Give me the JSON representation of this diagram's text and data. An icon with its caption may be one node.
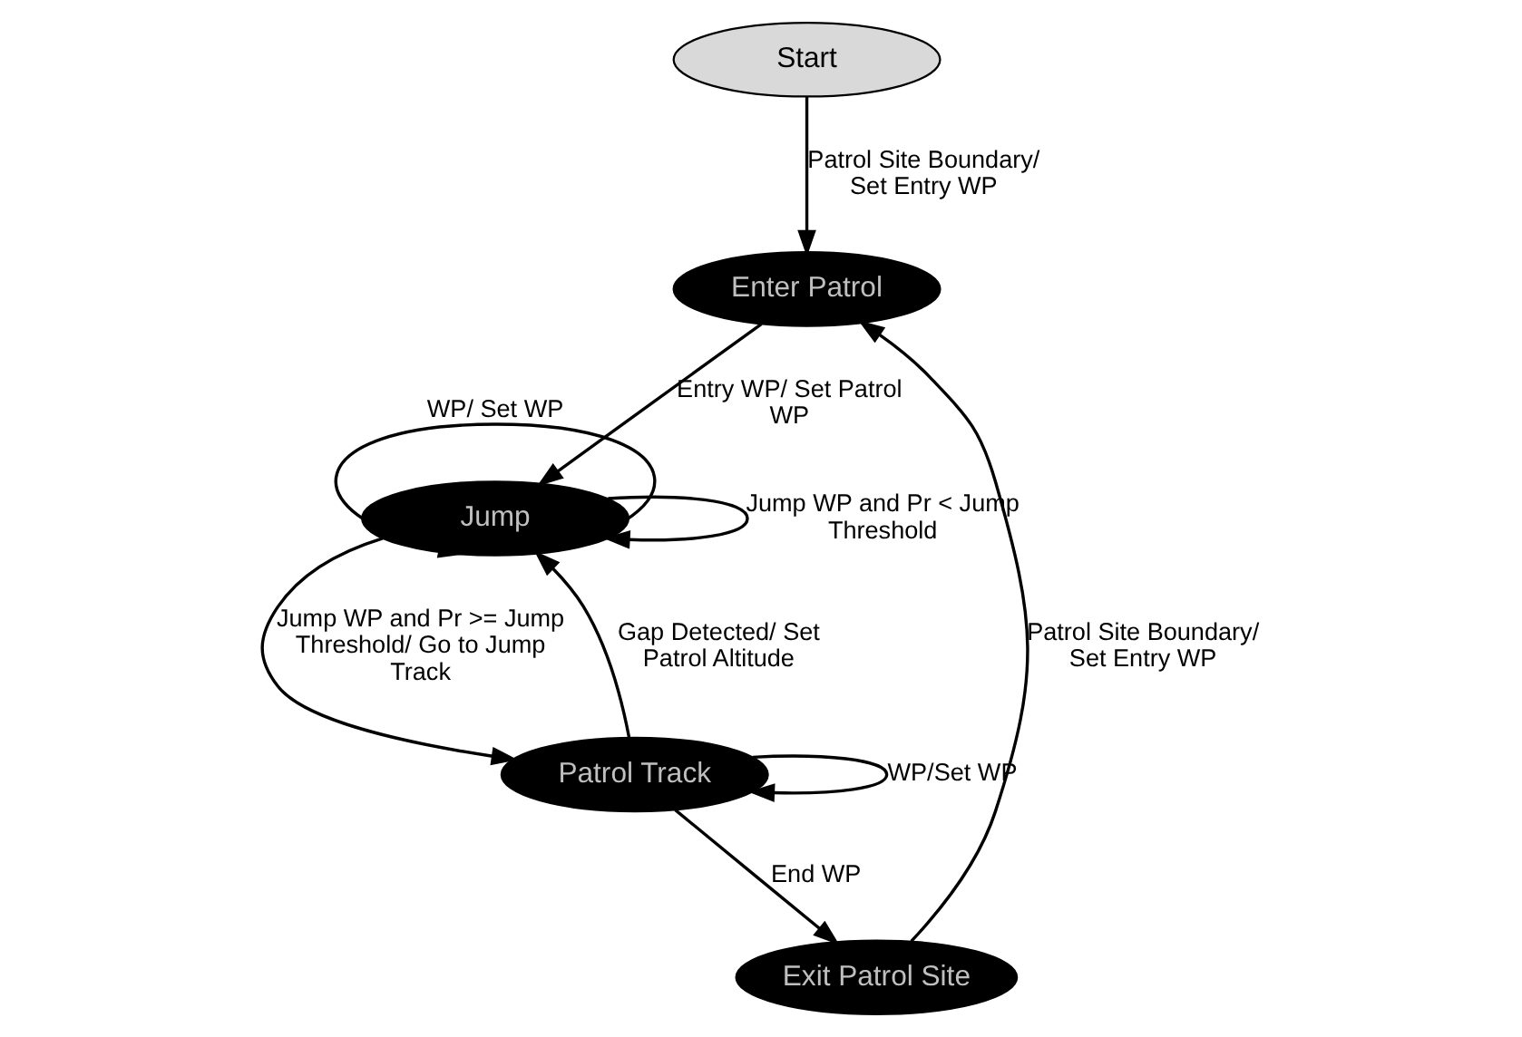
{
  "diagram": {
    "nodes": [
      {
        "text": [
          "Start"
        ]
      },
      {
        "text": [
          "Enter Patrol"
        ]
      },
      {
        "text": [
          "Jump"
        ]
      },
      {
        "text": [
          "Patrol Track"
        ]
      },
      {
        "text": [
          "Exit Patrol Site"
        ]
      }
    ],
    "edges": [
      {
        "from": 0,
        "to": 1,
        "arrow": "to",
        "label": "Patrol Site Boundary/ Set Entry WP"
      },
      {
        "from": 1,
        "to": 2,
        "arrow": "to",
        "label": "Entry WP/ Set Patrol WP"
      },
      {
        "from": 2,
        "to": 2,
        "arrow": "to",
        "label": "Jump WP and Pr < Jump Threshold"
      },
      {
        "from": 2,
        "to": 2,
        "arrow": "to",
        "label": "WP/ Set WP"
      },
      {
        "from": 2,
        "to": 3,
        "arrow": "to",
        "label": "Jump WP and Pr >= Jump Threshold/ Go to Jump Track"
      },
      {
        "from": 3,
        "to": 2,
        "arrow": "to",
        "label": "Gap Detected/ Set Patrol Altitude"
      },
      {
        "from": 3,
        "to": 3,
        "arrow": "to",
        "label": "WP/Set WP"
      },
      {
        "from": 3,
        "to": 4,
        "arrow": "to",
        "label": "End WP"
      },
      {
        "from": 4,
        "to": 1,
        "arrow": "to",
        "label": "Patrol Site Boundary/ Set Entry WP"
      }
    ]
  }
}
